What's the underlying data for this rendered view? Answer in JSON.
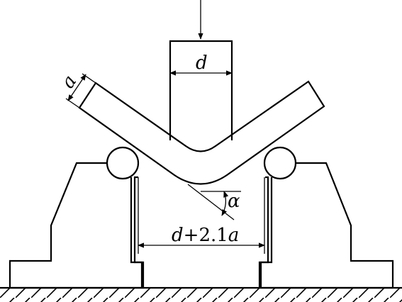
{
  "labels": {
    "thickness": "a",
    "mandrel_diameter": "d",
    "bend_angle": "α",
    "support_span": "d+2.1a",
    "support_span_parts": [
      "d",
      "+2.1",
      "a"
    ]
  }
}
